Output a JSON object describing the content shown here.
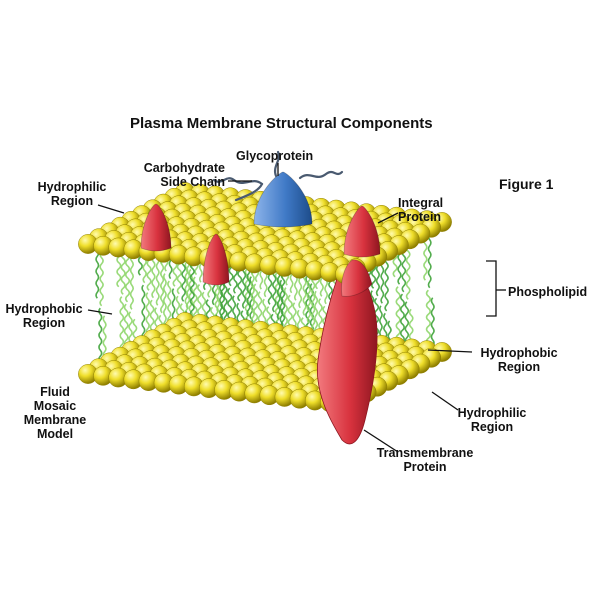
{
  "title": "Plasma Membrane Structural Components",
  "figure_label": "Figure 1",
  "labels": {
    "glycoprotein": "Glycoprotein",
    "carbohydrate": "Carbohydrate\nSide Chain",
    "hydrophilic_top": "Hydrophilic\nRegion",
    "integral_protein": "Integral\nProtein",
    "phospholipid": "Phospholipid",
    "hydrophobic_left": "Hydrophobic\nRegion",
    "hydrophobic_right": "Hydrophobic\nRegion",
    "fluid_mosaic": "Fluid\nMosaic\nMembrane\nModel",
    "hydrophilic_bottom": "Hydrophilic\nRegion",
    "transmembrane": "Transmembrane\nProtein"
  },
  "colors": {
    "head_light": "#fff36a",
    "head": "#e3d21a",
    "head_dark": "#8f7f00",
    "tail": "#3fa33a",
    "tail_light": "#8fd66c",
    "protein_red": "#d8323e",
    "protein_red_light": "#f27a7e",
    "glyco_blue": "#3f79c6",
    "glyco_light": "#8db4ea",
    "carb_chain": "#4a5a70",
    "text": "#111111"
  }
}
